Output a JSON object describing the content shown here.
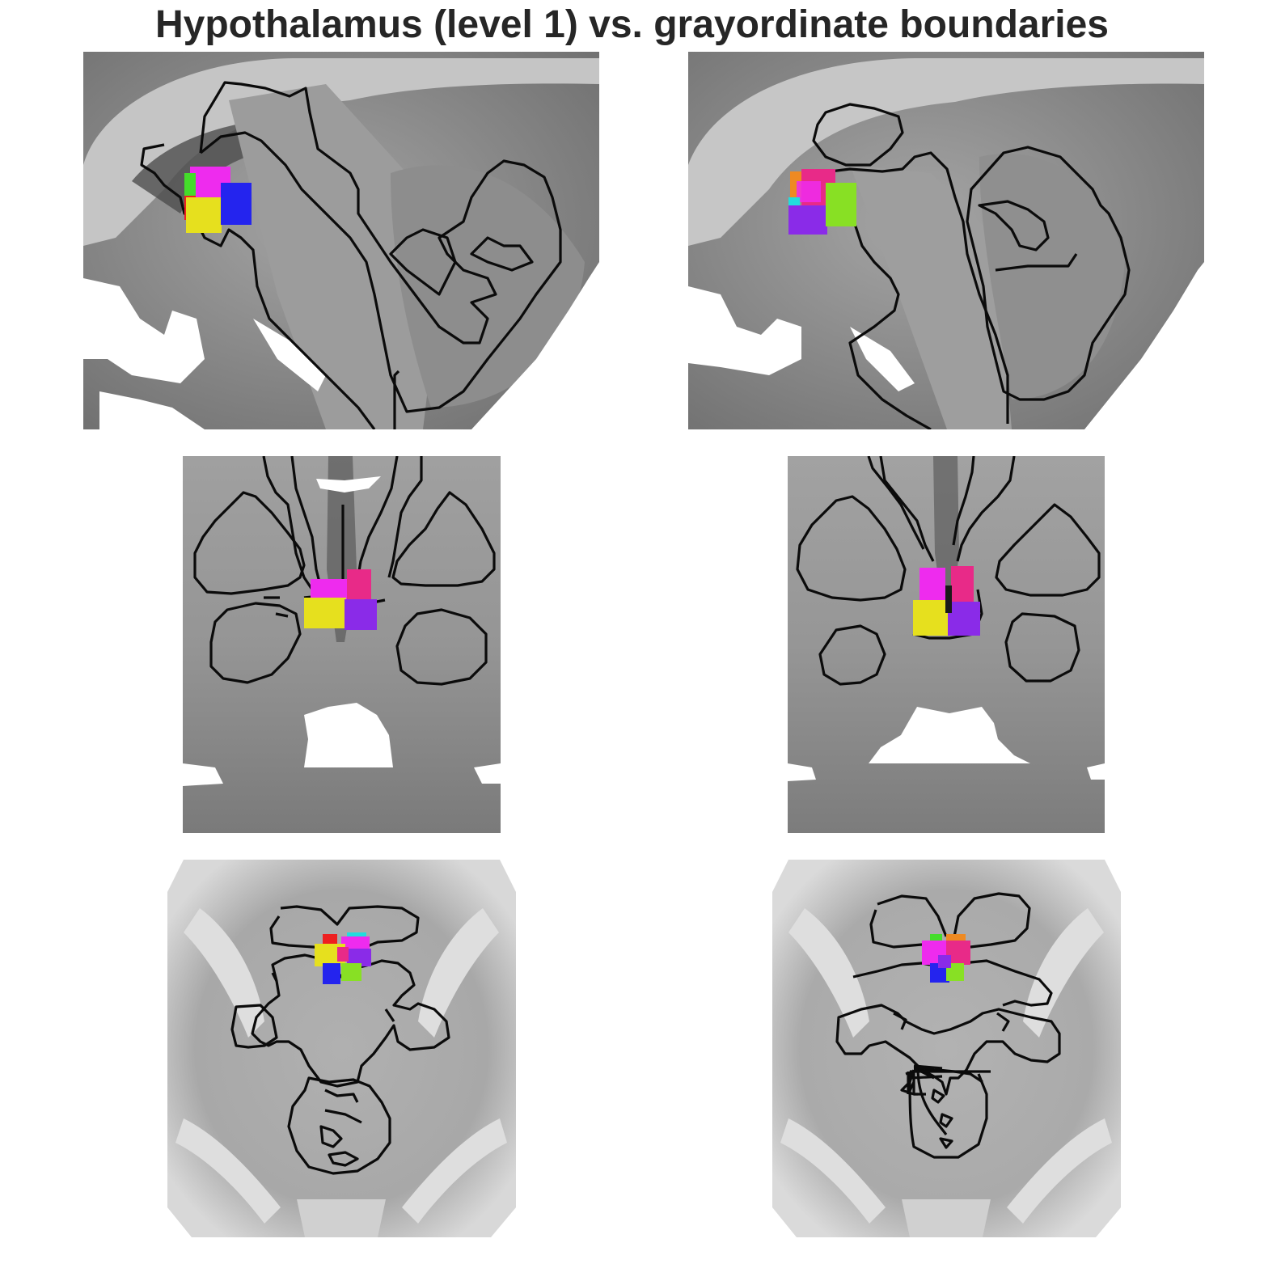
{
  "figure": {
    "title": "Hypothalamus (level 1) vs. grayordinate boundaries"
  },
  "colors": {
    "magenta": "#ee2bee",
    "yellow": "#e6e01e",
    "blue": "#2424ee",
    "green": "#44dd2a",
    "lime": "#88e024",
    "red": "#ee2020",
    "purple": "#8a2be8",
    "pink": "#e82a88",
    "cyan": "#22dddd",
    "orange": "#ee8a22",
    "outline": "#0b0b0b"
  },
  "panels": [
    {
      "view": "sagittal",
      "side": "left"
    },
    {
      "view": "sagittal",
      "side": "right"
    },
    {
      "view": "coronal",
      "side": "left"
    },
    {
      "view": "coronal",
      "side": "right"
    },
    {
      "view": "axial",
      "side": "left"
    },
    {
      "view": "axial",
      "side": "right"
    }
  ]
}
